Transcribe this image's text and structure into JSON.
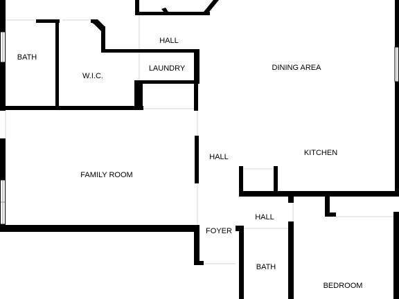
{
  "labels": {
    "bath_top": "BATH",
    "wic": "W.I.C.",
    "hall_top": "HALL",
    "laundry": "LAUNDRY",
    "dining_area": "DINING AREA",
    "family_room": "FAMILY ROOM",
    "hall_middle": "HALL",
    "kitchen": "KITCHEN",
    "hall_lower": "HALL",
    "foyer": "FOYER",
    "bath_bottom": "BATH",
    "bedroom": "BEDROOM"
  }
}
